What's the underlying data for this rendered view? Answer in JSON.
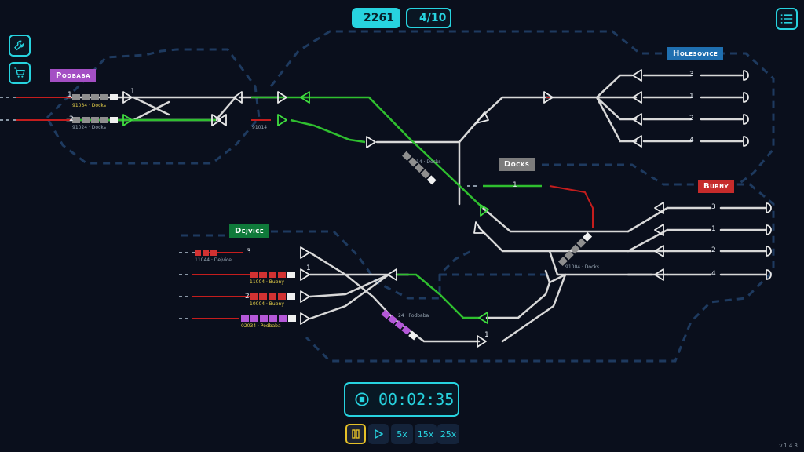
{
  "hud": {
    "score": "2261",
    "trains": "4/10",
    "score_icon": "star-icon",
    "trains_icon": "train-icon",
    "menu_icon": "list-menu-icon",
    "tools_icon": "wrench-icon",
    "shop_icon": "cart-icon"
  },
  "stations": {
    "podbaba": "Podbaba",
    "holesovice": "Holesovice",
    "docks": "Docks",
    "bubny": "Bubny",
    "dejvice": "Dejvice"
  },
  "colors": {
    "accent": "#27d3df",
    "podbaba": "#a44fc4",
    "holesovice": "#1f6fb0",
    "docks": "#7c7c7c",
    "bubny": "#c62b2b",
    "dejvice": "#0f7a3a",
    "track": "#d8d8d8",
    "route_green": "#2fbf2f",
    "route_red": "#c41d1d"
  },
  "trains": {
    "t1": "91034 · Docks",
    "t2": "91024 · Docks",
    "t3": "91014",
    "t4": "11044 · Dejvice",
    "t5": "11004 · Bubny",
    "t6": "10004 · Bubny",
    "t7": "02034 · Podbaba",
    "t8": "14 · Docks",
    "t9": "24 · Podbaba",
    "t10": "91004 · Docks"
  },
  "tracks": {
    "podbaba_1": "1",
    "podbaba_2": "2",
    "holesovice_3": "3",
    "holesovice_1": "1",
    "holesovice_2": "2",
    "holesovice_4": "4",
    "docks_1": "1",
    "bubny_3": "3",
    "bubny_1": "1",
    "bubny_2": "2",
    "bubny_4": "4",
    "dejvice_3": "3",
    "dejvice_1": "1",
    "dejvice_2": "2",
    "dejvice_2b": "1",
    "junction_1": "1"
  },
  "timer": {
    "time": "00:02:35",
    "stop_icon": "stop-icon"
  },
  "controls": {
    "pause_icon": "pause-icon",
    "play_icon": "play-icon",
    "speed_5": "5x",
    "speed_15": "15x",
    "speed_25": "25x"
  },
  "version": "v.1.4.3"
}
